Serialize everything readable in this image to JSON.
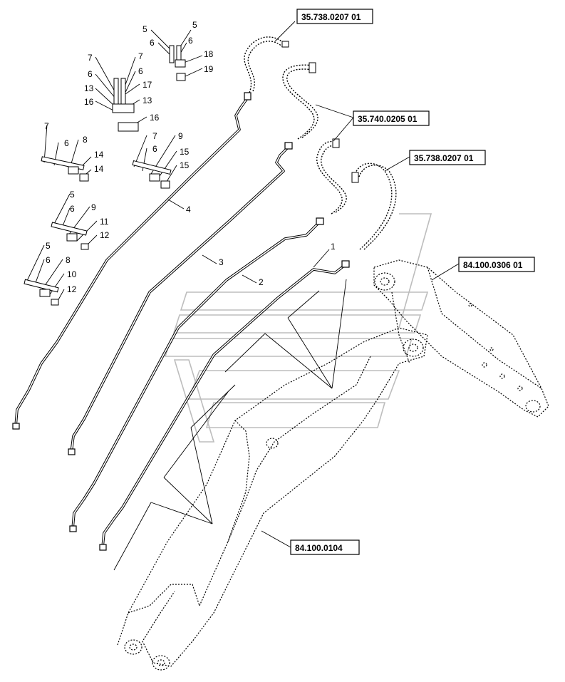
{
  "diagram": {
    "reference_labels": {
      "hose_top": "35.738.0207 01",
      "hose_middle": "35.740.0205 01",
      "hose_right": "35.738.0207 01",
      "arm": "84.100.0306 01",
      "boom": "84.100.0104"
    },
    "pipe_labels": {
      "pipe_1": "1",
      "pipe_2": "2",
      "pipe_3": "3",
      "pipe_4": "4"
    },
    "part_labels": {
      "g1_a": "5",
      "g1_b": "6",
      "g1_c": "5",
      "g1_d": "6",
      "g1_e": "18",
      "g1_f": "19",
      "g2_a": "7",
      "g2_b": "7",
      "g2_c": "6",
      "g2_d": "6",
      "g2_e": "17",
      "g2_f": "13",
      "g2_g": "13",
      "g2_h": "16",
      "g2_i": "16",
      "g3_a": "7",
      "g3_b": "6",
      "g3_c": "8",
      "g3_d": "14",
      "g3_e": "14",
      "g4_a": "7",
      "g4_b": "6",
      "g4_c": "9",
      "g4_d": "15",
      "g4_e": "15",
      "g5_a": "5",
      "g5_b": "6",
      "g5_c": "9",
      "g5_d": "11",
      "g5_e": "12",
      "g6_a": "5",
      "g6_b": "6",
      "g6_c": "8",
      "g6_d": "10",
      "g6_e": "12"
    }
  }
}
